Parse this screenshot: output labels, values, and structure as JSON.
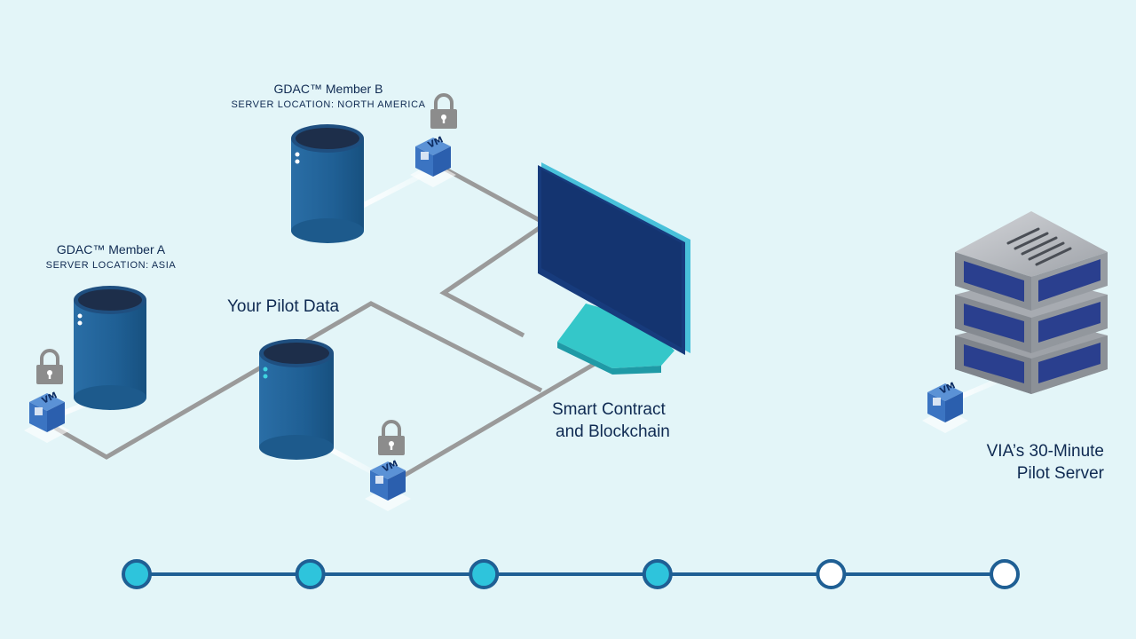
{
  "nodes": {
    "member_a": {
      "title": "GDAC™ Member A",
      "location": "SERVER LOCATION: ASIA"
    },
    "member_b": {
      "title": "GDAC™ Member B",
      "location": "SERVER LOCATION: NORTH AMERICA"
    },
    "pilot_data": {
      "label": "Your Pilot Data"
    },
    "smart_contract": {
      "line1": "Smart Contract",
      "line2": "and Blockchain"
    },
    "pilot_server": {
      "line1": "VIA’s 30-Minute",
      "line2": "Pilot Server"
    }
  },
  "vm_badge": {
    "text": "VM"
  },
  "icons": [
    "database-icon",
    "lock-icon",
    "vm-icon",
    "monitor-icon",
    "server-rack-icon"
  ],
  "timeline": {
    "steps_total": 6,
    "steps_filled": 4
  },
  "colors": {
    "background": "#e3f5f8",
    "db_body": "#1f5f94",
    "db_top": "#1d2e4a",
    "monitor_screen": "#173b7c",
    "monitor_stand": "#34c7c9",
    "connector": "#9a9a9a",
    "timeline_filled": "#2ec4dc",
    "timeline_line": "#1f5f94",
    "text": "#0f2a52"
  }
}
